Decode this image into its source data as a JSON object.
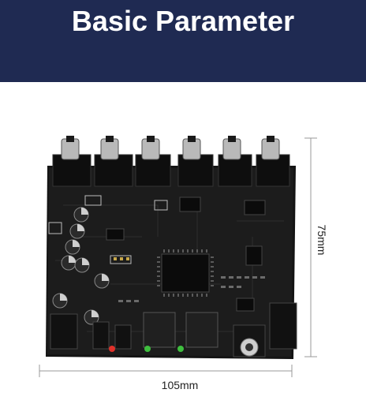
{
  "header": {
    "title": "Basic Parameter"
  },
  "dimensions": {
    "width_label": "105mm",
    "height_label": "75mm"
  },
  "colors": {
    "banner": "#1f2a52",
    "pcb": "#1b1b1b",
    "led_red": "#e0312a",
    "led_green": "#3fbf3f"
  }
}
